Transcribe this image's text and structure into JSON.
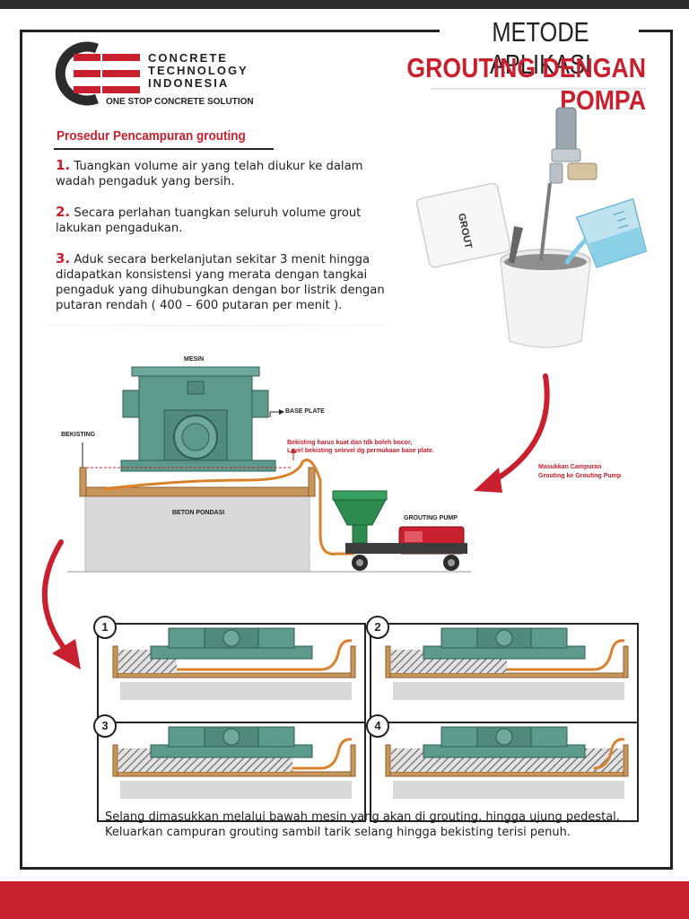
{
  "header": {
    "title_line1": "METODE APLIKASI",
    "title_line2": "GROUTING DENGAN POMPA"
  },
  "logo": {
    "line1": "CONCRETE",
    "line2": "TECHNOLOGY",
    "line3": "INDONESIA",
    "tagline": "ONE STOP CONCRETE SOLUTION"
  },
  "procedure": {
    "title": "Prosedur Pencampuran grouting",
    "steps": [
      {
        "num": "1.",
        "text": "Tuangkan volume air yang telah diukur ke dalam wadah pengaduk yang bersih."
      },
      {
        "num": "2.",
        "text": "Secara perlahan tuangkan seluruh volume grout lakukan pengadukan."
      },
      {
        "num": "3.",
        "text": "Aduk secara berkelanjutan sekitar 3 menit hingga didapatkan konsistensi yang merata dengan tangkai pengaduk yang dihubungkan dengan bor listrik dengan putaran rendah ( 400 – 600 putaran per menit )."
      }
    ]
  },
  "mixer": {
    "bag_label": "GROUT"
  },
  "diagram": {
    "mesin": "MESIN",
    "base_plate": "BASE PLATE",
    "bekisting": "BEKISTING",
    "beton_pondasi": "BETON PONDASI",
    "grouting_pump": "GROUTING PUMP",
    "note_line1": "Bekisting harus kuat dan tdk boleh bocor,",
    "note_line2": "Level bekisting selevel dg permukaan base plate.",
    "pump_note_line1": "Masukkan Campuran",
    "pump_note_line2": "Grouting ke Grouting Pump"
  },
  "panels": [
    {
      "num": "1",
      "fill": 0.25
    },
    {
      "num": "2",
      "fill": 0.5
    },
    {
      "num": "3",
      "fill": 0.75
    },
    {
      "num": "4",
      "fill": 1.0
    }
  ],
  "caption": {
    "line1": "Selang dimasukkan melalui bawah mesin yang akan di grouting, hingga ujung pedestal.",
    "line2": "Keluarkan campuran grouting sambil tarik selang hingga bekisting terisi penuh."
  },
  "colors": {
    "accent": "#c8202f",
    "machine": "#5e9a8c",
    "wood": "#c8955a",
    "concrete": "#d9d9d9",
    "hose": "#d9822b",
    "pump_hopper": "#2e8b4f",
    "pump_motor": "#c8202f"
  }
}
